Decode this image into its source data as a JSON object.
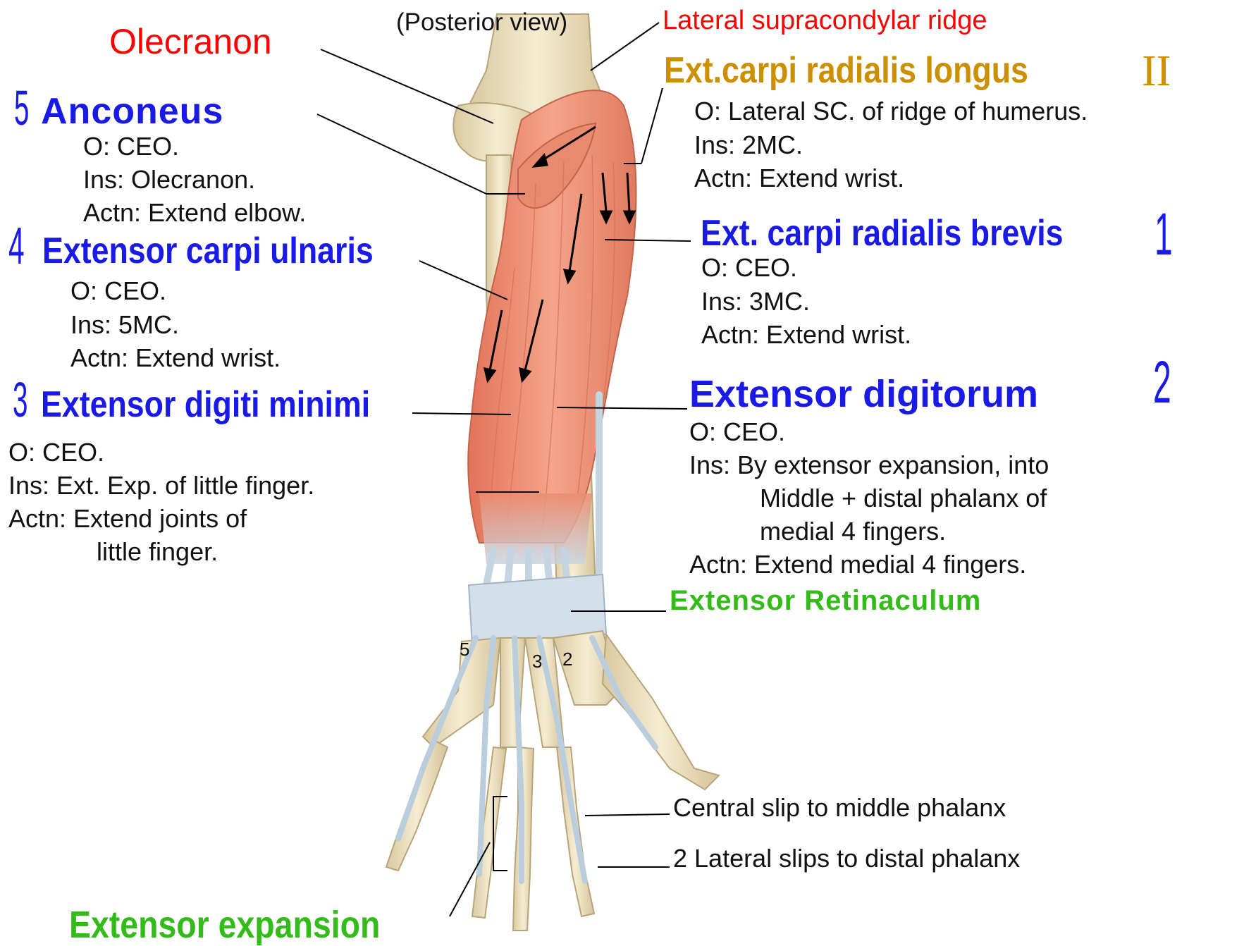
{
  "view_label": "(Posterior view)",
  "structures": {
    "olecranon": "Olecranon",
    "lateral_ridge": "Lateral supracondylar ridge",
    "retinaculum": "Extensor Retinaculum",
    "expansion": "Extensor expansion",
    "central_slip": "Central slip to middle phalanx",
    "lateral_slips": "2 Lateral slips to distal phalanx"
  },
  "muscles": {
    "anconeus": {
      "number": "5",
      "name": "Anconeus",
      "origin": "O: CEO.",
      "insertion": "Ins: Olecranon.",
      "action": "Actn: Extend elbow."
    },
    "ecu": {
      "number": "4",
      "name": "Extensor carpi ulnaris",
      "origin": "O: CEO.",
      "insertion": "Ins: 5MC.",
      "action": "Actn: Extend wrist."
    },
    "edm": {
      "number": "3",
      "name": "Extensor digiti minimi",
      "origin": "O: CEO.",
      "insertion": "Ins: Ext. Exp. of little finger.",
      "action_1": "Actn: Extend joints of",
      "action_2": "little finger."
    },
    "ecrl": {
      "number": "II",
      "name": "Ext.carpi radialis longus",
      "origin": "O: Lateral SC. of ridge of humerus.",
      "insertion": "Ins: 2MC.",
      "action": "Actn: Extend wrist."
    },
    "ecrb": {
      "number": "1",
      "name": "Ext. carpi radialis brevis",
      "origin": "O: CEO.",
      "insertion": "Ins: 3MC.",
      "action": "Actn: Extend wrist."
    },
    "ed": {
      "number": "2",
      "name": "Extensor digitorum",
      "origin": "O: CEO.",
      "insertion_1": "Ins: By extensor expansion, into",
      "insertion_2": "Middle + distal phalanx of",
      "insertion_3": "medial 4 fingers.",
      "action": "Actn: Extend medial 4 fingers."
    }
  },
  "tendon_numbers": [
    "5",
    "3",
    "2"
  ],
  "colors": {
    "blue_titles": "#1a1ae6",
    "red_labels": "#ff0000",
    "orange_title": "#cc8f00",
    "green_labels": "#33bb1a",
    "muscle": "#ec8c70",
    "bone": "#eee2c0",
    "tendon": "#c4d4e0"
  }
}
